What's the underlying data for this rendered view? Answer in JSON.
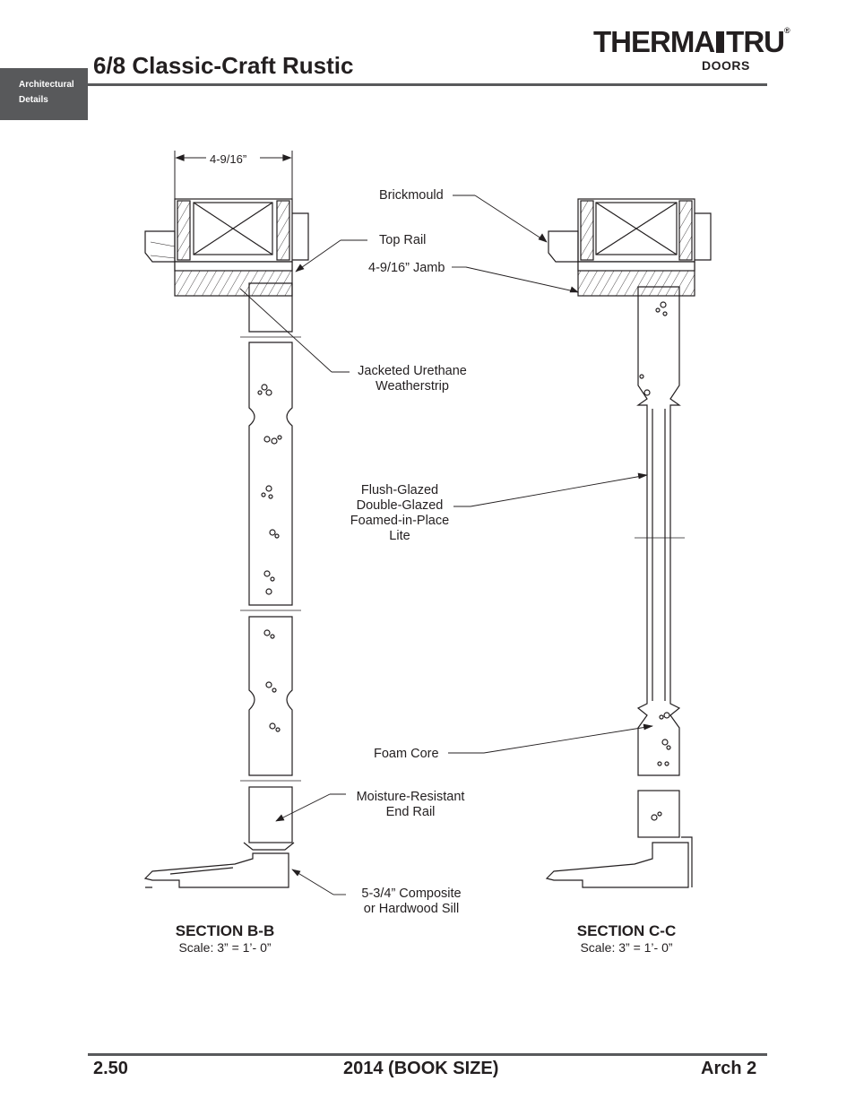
{
  "header": {
    "section_tab_line1": "Architectural",
    "section_tab_line2": "Details",
    "title": "6/8 Classic-Craft Rustic",
    "logo_main": "THERMA",
    "logo_main2": "TRU",
    "logo_reg": "®",
    "logo_sub": "DOORS"
  },
  "drawing": {
    "dimension": "4-9/16”",
    "callouts": {
      "brickmould": "Brickmould",
      "top_rail": "Top Rail",
      "jamb": "4-9/16” Jamb",
      "weatherstrip_line1": "Jacketed Urethane",
      "weatherstrip_line2": "Weatherstrip",
      "lite_line1": "Flush-Glazed",
      "lite_line2": "Double-Glazed",
      "lite_line3": "Foamed-in-Place",
      "lite_line4": "Lite",
      "foam_core": "Foam Core",
      "end_rail_line1": "Moisture-Resistant",
      "end_rail_line2": "End Rail",
      "sill_line1": "5-3/4” Composite",
      "sill_line2": "or Hardwood Sill"
    },
    "sections": [
      {
        "title": "SECTION B-B",
        "scale": "Scale:  3” = 1’- 0”"
      },
      {
        "title": "SECTION C-C",
        "scale": "Scale:  3” = 1’- 0”"
      }
    ]
  },
  "footer": {
    "page_number": "2.50",
    "edition": "2014 (BOOK SIZE)",
    "section": "Arch 2"
  }
}
